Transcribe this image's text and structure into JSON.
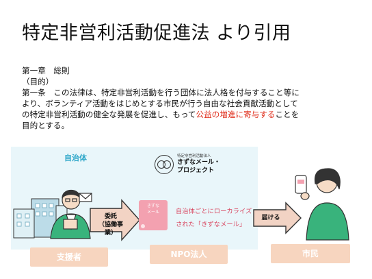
{
  "slide": {
    "title": "特定非営利活動促進法 より引用"
  },
  "law": {
    "chapter": "第一章　総則",
    "section": "（目的）",
    "line1": "第一条　この法律は、特定非営利活動を行う団体に法人格を付与すること等に",
    "line2": "より、ボランティア活動をはじめとする市民が行う自由な社会貢献活動として",
    "line3": "の特定非営利活動の健全な発展を促進し、もって",
    "line3_highlight": "公益の増進に寄与する",
    "line3_end": "ことを",
    "line4": "目的とする。"
  },
  "diagram": {
    "region_label": "自治体",
    "project_org": "特定非営利活動法人",
    "project_name_1": "きずなメール・",
    "project_name_2": "プロジェクト",
    "arrow1_line1": "委託",
    "arrow1_line2": "（協働事業）",
    "card_text_1": "きずな",
    "card_text_2": "メール",
    "localize_line1": "自治体ごとにローカライズ",
    "localize_line2": "された「きずなメール」",
    "arrow2_label": "届ける",
    "labels": {
      "supporter": "支援者",
      "npo": "NPO法人",
      "citizen": "市民"
    }
  },
  "colors": {
    "highlight": "#e0311f",
    "panel_bg": "#e9f6fa",
    "arrow_fill": "#f2d3c4",
    "arrow_stroke": "#333333",
    "label_bg": "#f7d5bf",
    "accent_blue": "#2ea7c9",
    "pink": "#f3a1b0"
  }
}
